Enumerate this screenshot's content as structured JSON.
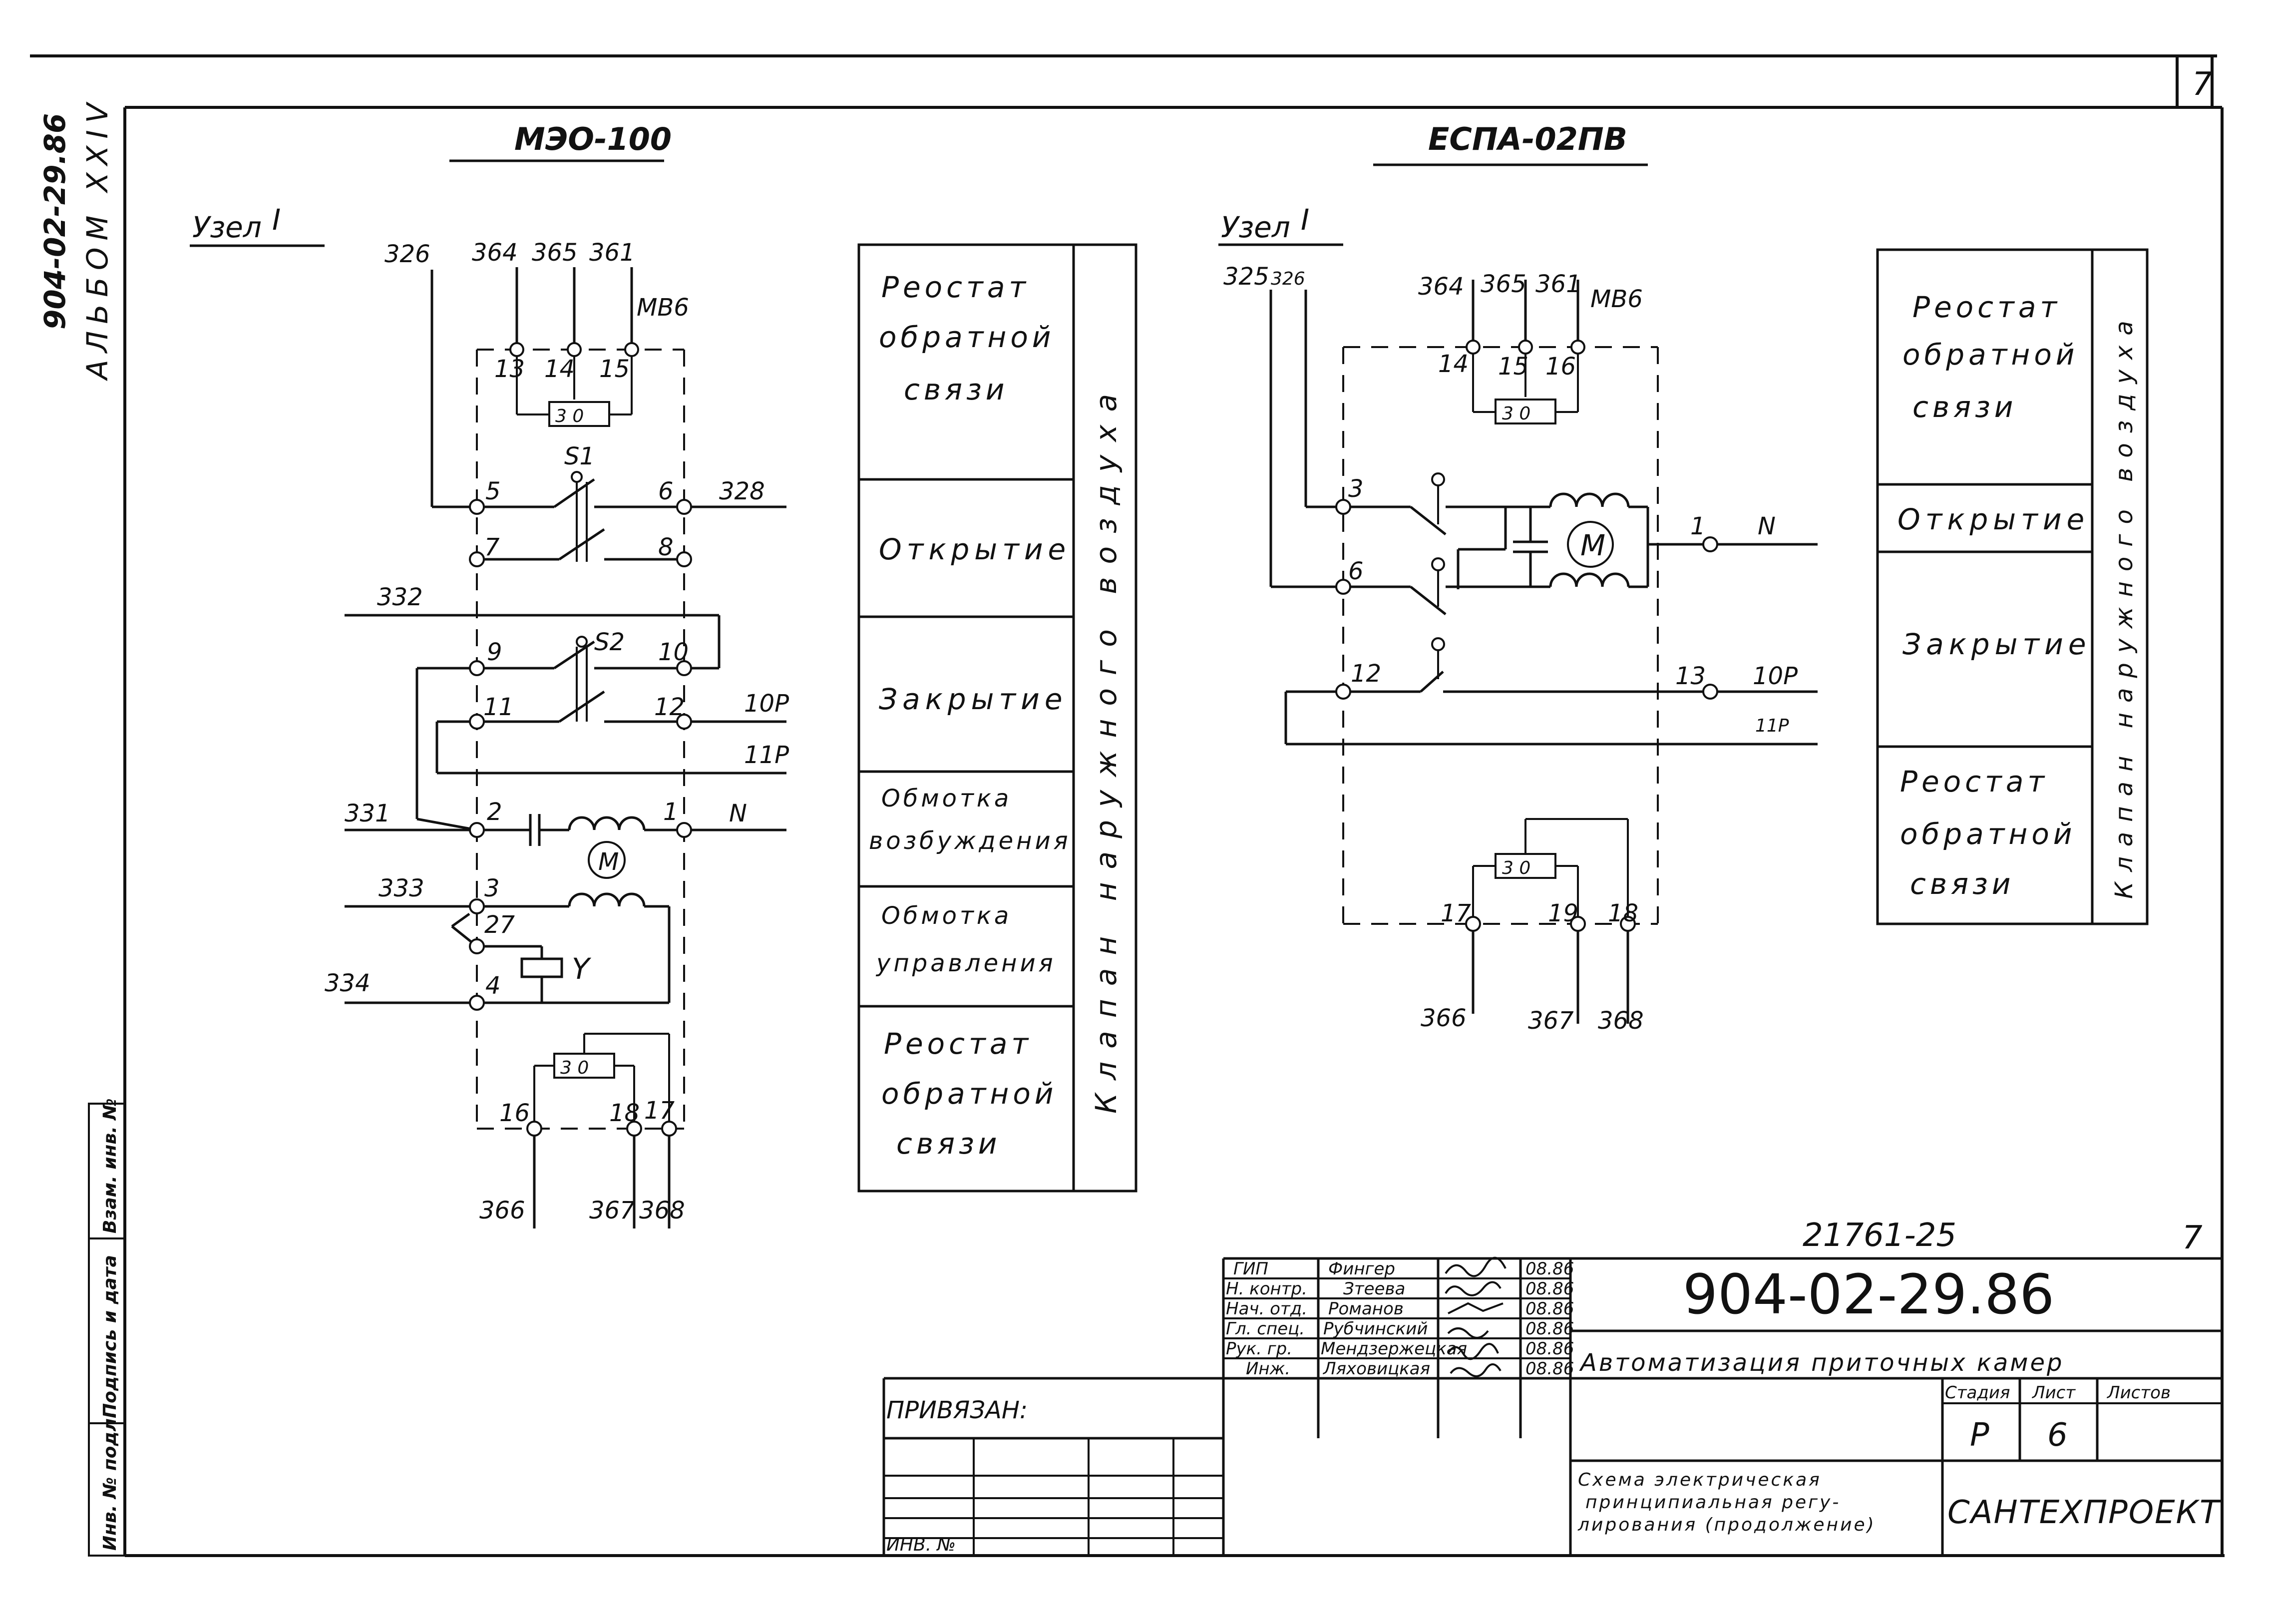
{
  "sheet_number_corner": "7",
  "sheet_number_right": "7",
  "album_code": "904-02-29.86",
  "album_name": "АЛЬБОМ XXIV",
  "left_scheme": {
    "title": "МЭО-100",
    "node_label": "Узел",
    "node_roman": "I",
    "top_wires": [
      "326",
      "364",
      "365",
      "361"
    ],
    "top_mark": "МВ6",
    "sensor_terms": [
      "13",
      "14",
      "15"
    ],
    "sensor_tag": "3 0",
    "switch_s1": "S1",
    "switch_s2": "S2",
    "terms": {
      "t5": "5",
      "t6": "6",
      "t7": "7",
      "t8": "8",
      "t9": "9",
      "t10": "10",
      "t11": "11",
      "t12": "12",
      "t2": "2",
      "t1": "1",
      "t3": "3",
      "t27": "27",
      "t4": "4",
      "t16": "16",
      "t18": "18",
      "t17": "17"
    },
    "wires": {
      "w328": "328",
      "w332": "332",
      "w10p": "10Р",
      "w11p": "11Р",
      "w331": "331",
      "wN": "N",
      "w333": "333",
      "w334": "334",
      "w366": "366",
      "w367": "367",
      "w368": "368"
    },
    "brake": "Y",
    "motor": "M"
  },
  "left_table": {
    "rows": [
      "Реостат обратной связи",
      "Открытие",
      "Закрытие",
      "Обмотка возбуждения",
      "Обмотка управления",
      "Реостат обратной связи"
    ],
    "side": "Клапан наружного воздуха"
  },
  "right_scheme": {
    "title": "ЕСПА-02ПВ",
    "node_label": "Узел",
    "node_roman": "I",
    "top_wires_left": [
      "325",
      "326"
    ],
    "top_wires": [
      "364",
      "365",
      "361"
    ],
    "top_mark": "МВ6",
    "sensor_terms": [
      "14",
      "15",
      "16"
    ],
    "sensor_tag": "3 0",
    "terms": {
      "t3": "3",
      "t6": "6",
      "t12": "12",
      "t1": "1",
      "t13": "13",
      "t17": "17",
      "t19": "19",
      "t18": "18"
    },
    "wires": {
      "wN": "N",
      "w10p": "10Р",
      "w11p": "11Р",
      "w366": "366",
      "w367": "367",
      "w368": "368"
    },
    "motor": "M"
  },
  "right_table": {
    "rows": [
      "Реостат обратной связи",
      "Открытие",
      "Закрытие",
      "Реостат обратной связи"
    ],
    "side": "Клапан наружного воздуха"
  },
  "side_stamp": {
    "cells": [
      "Инв. № подл.",
      "Подпись и дата",
      "Взам. инв. №"
    ]
  },
  "title_block": {
    "doc_number": "21761-25",
    "code": "904-02-29.86",
    "project": "Автоматизация приточных камер",
    "sheet_title": "Схема электрическая принципиальная регулирования (продолжение)",
    "organization": "САНТЕХПРОЕКТ",
    "stage_label": "Стадия",
    "sheet_label": "Лист",
    "sheets_label": "Листов",
    "stage": "Р",
    "sheet": "6",
    "sheets": "",
    "privyazan": "ПРИВЯЗАН:",
    "inv_no": "ИНВ. №",
    "signatures": [
      {
        "role": "ГИП",
        "name": "Фингер",
        "date": "08.86"
      },
      {
        "role": "Н. контр.",
        "name": "Зтеева",
        "date": "08.86"
      },
      {
        "role": "Нач. отд.",
        "name": "Романов",
        "date": "08.86"
      },
      {
        "role": "Гл. спец.",
        "name": "Рубчинский",
        "date": "08.86"
      },
      {
        "role": "Рук. гр.",
        "name": "Мендзержецкая",
        "date": "08.86"
      },
      {
        "role": "Инж.",
        "name": "Ляховицкая",
        "date": "08.86"
      }
    ]
  }
}
